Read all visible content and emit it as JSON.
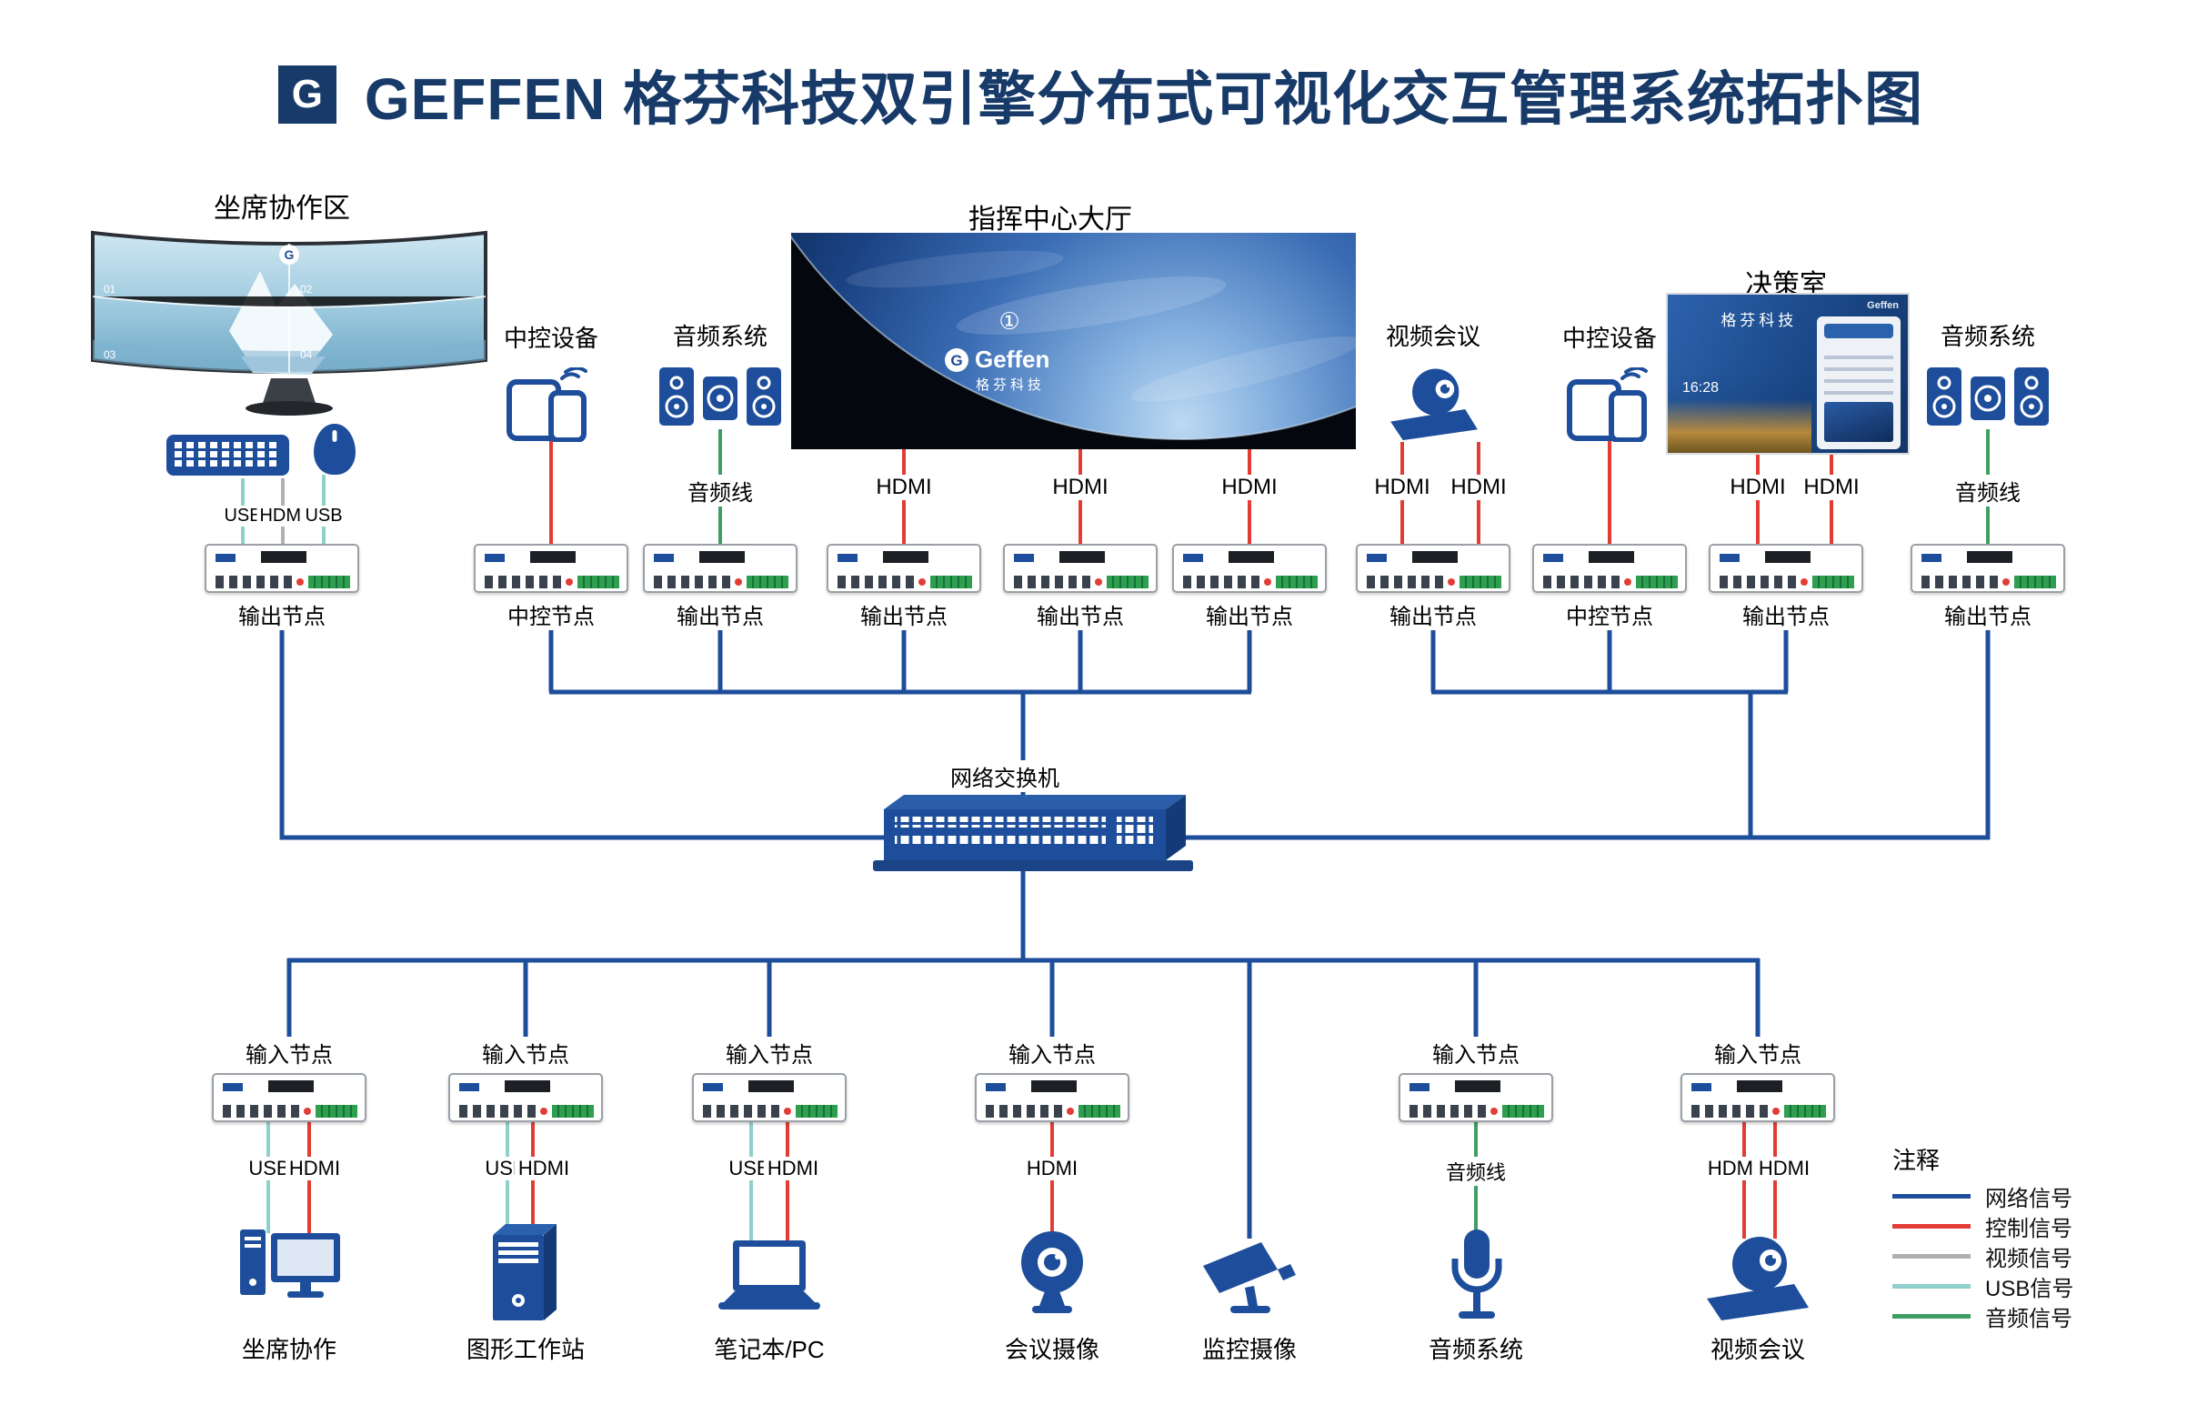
{
  "title": {
    "logo_text": "G",
    "text": "GEFFEN 格芬科技双引擎分布式可视化交互管理系统拓扑图"
  },
  "zones": {
    "seat": {
      "label": "坐席协作区",
      "cells": [
        "01",
        "02",
        "03",
        "04"
      ]
    },
    "command": {
      "label": "指挥中心大厅",
      "badge": "①",
      "brand": "Geffen",
      "brand_sub": "格芬科技"
    },
    "decision": {
      "label": "决策室",
      "brand": "格芬科技",
      "time": "16:28",
      "logo": "Geffen"
    }
  },
  "top_devices": [
    {
      "label": "中控设备"
    },
    {
      "label": "音频系统"
    },
    {
      "label": "视频会议"
    },
    {
      "label": "中控设备"
    },
    {
      "label": "音频系统"
    }
  ],
  "top_nodes": [
    {
      "label": "输出节点"
    },
    {
      "label": "中控节点"
    },
    {
      "label": "输出节点"
    },
    {
      "label": "输出节点"
    },
    {
      "label": "输出节点"
    },
    {
      "label": "输出节点"
    },
    {
      "label": "输出节点"
    },
    {
      "label": "中控节点"
    },
    {
      "label": "输出节点"
    },
    {
      "label": "输出节点"
    }
  ],
  "switch": {
    "label": "网络交换机"
  },
  "bottom_nodes": [
    {
      "label": "输入节点"
    },
    {
      "label": "输入节点"
    },
    {
      "label": "输入节点"
    },
    {
      "label": "输入节点"
    },
    {
      "label": "输入节点"
    },
    {
      "label": "输入节点"
    }
  ],
  "bottom_devices": [
    {
      "label": "坐席协作"
    },
    {
      "label": "图形工作站"
    },
    {
      "label": "笔记本/PC"
    },
    {
      "label": "会议摄像"
    },
    {
      "label": "监控摄像"
    },
    {
      "label": "音频系统"
    },
    {
      "label": "视频会议"
    }
  ],
  "cable_labels": {
    "seat": [
      "USB",
      "HDMI",
      "USB"
    ],
    "audio_left": "音频线",
    "screen_hdmi": [
      "HDMI",
      "HDMI",
      "HDMI"
    ],
    "vc_hdmi": [
      "HDMI",
      "HDMI"
    ],
    "decision_hdmi": [
      "HDMI",
      "HDMI"
    ],
    "audio_right": "音频线",
    "b1": [
      "USB",
      "HDMI"
    ],
    "b2": [
      "USB",
      "HDMI"
    ],
    "b3": [
      "USB",
      "HDMI"
    ],
    "b4": [
      "HDMI"
    ],
    "b5": [
      "音频线"
    ],
    "b6": [
      "HDMI",
      "HDMI"
    ]
  },
  "legend": {
    "title": "注释",
    "items": [
      {
        "label": "网络信号",
        "color": "#1e4e9b"
      },
      {
        "label": "控制信号",
        "color": "#e23d35"
      },
      {
        "label": "视频信号",
        "color": "#b0b0b0"
      },
      {
        "label": "USB信号",
        "color": "#8fd0cc"
      },
      {
        "label": "音频信号",
        "color": "#3f9e63"
      }
    ]
  }
}
